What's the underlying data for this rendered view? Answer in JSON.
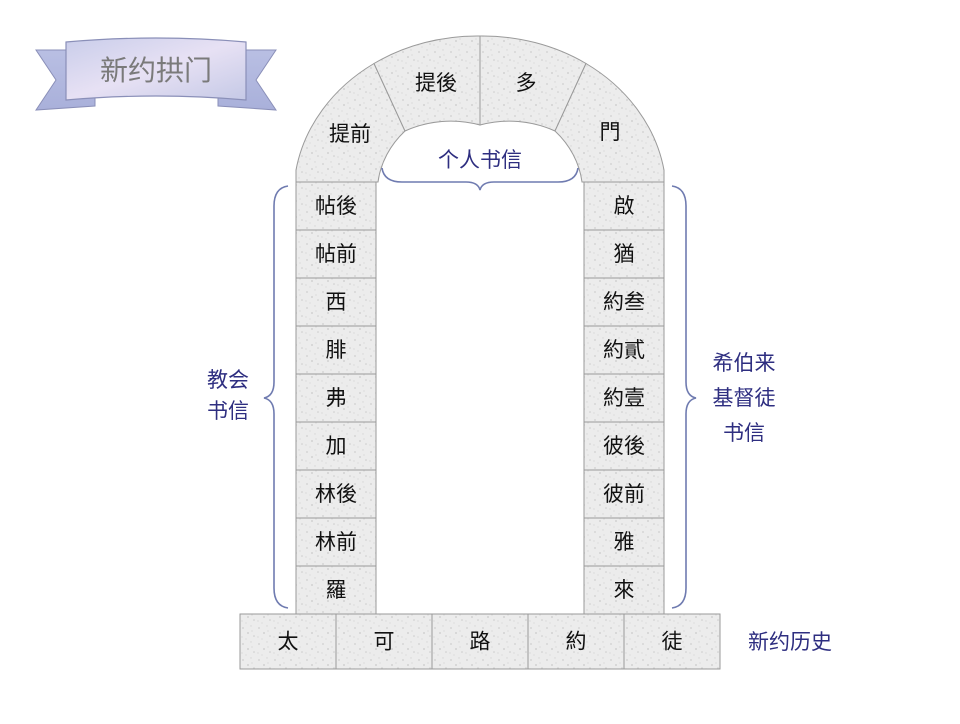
{
  "banner": {
    "title": "新约拱门"
  },
  "groups": {
    "personal": "个人书信",
    "church": [
      "教会",
      "书信"
    ],
    "hebrew": [
      "希伯来",
      "基督徒",
      "书信"
    ],
    "history": "新约历史"
  },
  "arch_stones": [
    "提前",
    "提後",
    "多",
    "門"
  ],
  "left_column": [
    "帖後",
    "帖前",
    "西",
    "腓",
    "弗",
    "加",
    "林後",
    "林前",
    "羅"
  ],
  "right_column": [
    "啟",
    "猶",
    "約叁",
    "約貳",
    "約壹",
    "彼後",
    "彼前",
    "雅",
    "來"
  ],
  "base_row": [
    "太",
    "可",
    "路",
    "約",
    "徒"
  ],
  "colors": {
    "stone_light": "#ececec",
    "stone_speck": "#cfcfcf",
    "stone_border": "#9a9a9a",
    "group_text": "#2e2e80",
    "brace": "#6f7bb0",
    "banner_fill_1": "#c9cdea",
    "banner_fill_2": "#e7e1f4",
    "banner_title": "#7a7a7a"
  }
}
